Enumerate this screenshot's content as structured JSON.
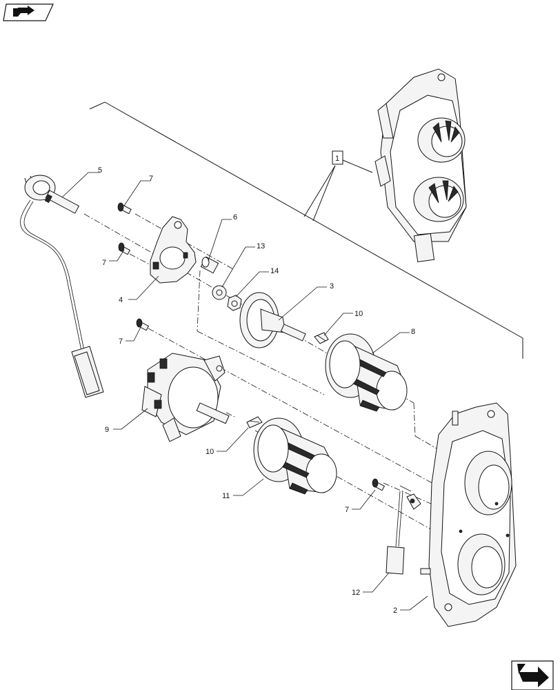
{
  "callouts": {
    "c1": "1",
    "c2": "2",
    "c3": "3",
    "c4": "4",
    "c5": "5",
    "c6": "6",
    "c7a": "7",
    "c7b": "7",
    "c7c": "7",
    "c7d": "7",
    "c8": "8",
    "c9": "9",
    "c10a": "10",
    "c10b": "10",
    "c11": "11",
    "c12": "12",
    "c13": "13",
    "c14": "14"
  },
  "icons": {
    "top_left": "book-arrow-icon",
    "bottom_right": "next-page-arrow-icon"
  }
}
